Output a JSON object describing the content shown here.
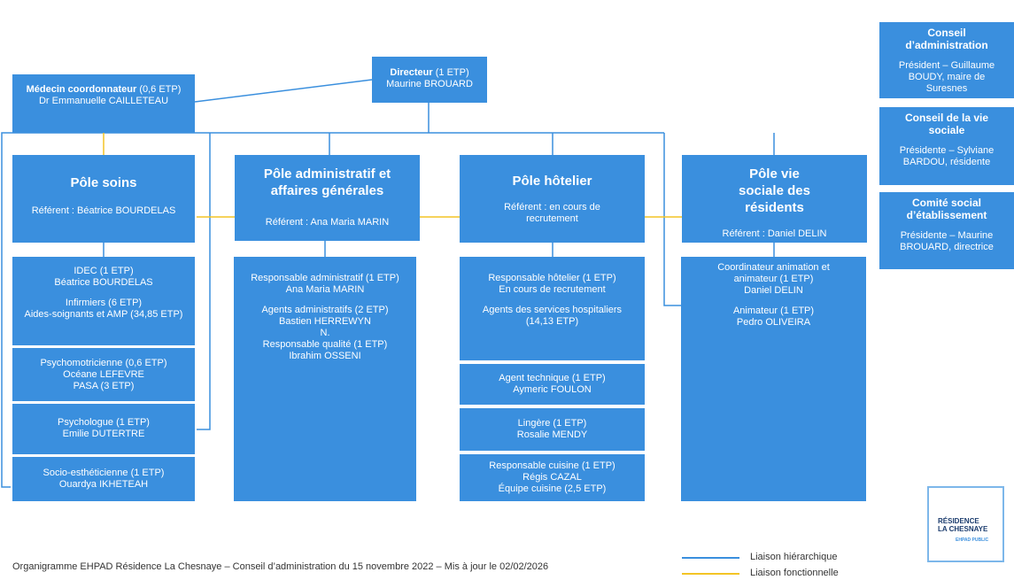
{
  "directeur": {
    "title": "Directeur",
    "etp": " (1 ETP)",
    "name": "Maurine BROUARD"
  },
  "medecin": {
    "title": "Médecin coordonnateur",
    "etp": " (0,6 ETP)",
    "name": "Dr Emmanuelle CAILLETEAU"
  },
  "poles": [
    {
      "title": "Pôle soins",
      "referent": "Référent : Béatrice BOURDELAS"
    },
    {
      "title": "Pôle administratif et affaires générales",
      "referent": "Référent : Ana Maria MARIN"
    },
    {
      "title": "Pôle hôtelier",
      "referent": "Référent : en cours de recrutement"
    },
    {
      "title": "Pôle vie sociale des résidents",
      "referent": "Référent : Daniel DELIN"
    }
  ],
  "soins_units": [
    {
      "lines": [
        "IDEC (1 ETP)",
        "Béatrice BOURDELAS",
        "",
        "Infirmiers (6 ETP)",
        "Aides-soignants et AMP (34,85 ETP)"
      ]
    },
    {
      "lines": [
        "Psychomotricienne (0,6 ETP)",
        "Océane LEFEVRE",
        "PASA (3 ETP)"
      ]
    },
    {
      "lines": [
        "Psychologue (1 ETP)",
        "Emilie DUTERTRE"
      ]
    },
    {
      "lines": [
        "Socio-esthéticienne (1 ETP)",
        "Ouardya IKHETEAH"
      ]
    }
  ],
  "admin_units": [
    {
      "lines": [
        "Responsable administratif (1 ETP)",
        "Ana Maria MARIN",
        "",
        "Agents administratifs (2 ETP)",
        "Bastien HERREWYN",
        "N.",
        "Responsable qualité (1 ETP)",
        "Ibrahim OSSENI"
      ]
    }
  ],
  "hotel_units": [
    {
      "lines": [
        "Responsable hôtelier (1 ETP)",
        "En cours de recrutement",
        "",
        "Agents des services hospitaliers",
        "(14,13 ETP)"
      ]
    },
    {
      "lines": [
        "Agent technique (1 ETP)",
        "Aymeric FOULON"
      ]
    },
    {
      "lines": [
        "Lingère (1 ETP)",
        "Rosalie MENDY"
      ]
    },
    {
      "lines": [
        "Responsable cuisine (1 ETP)",
        "Régis CAZAL",
        "Équipe cuisine (2,5 ETP)"
      ]
    }
  ],
  "social_units": [
    {
      "lines": [
        "Coordinateur animation et animateur (1 ETP)",
        "Daniel DELIN",
        "",
        "Animateur (1 ETP)",
        "Pedro OLIVEIRA"
      ]
    }
  ],
  "councils": [
    {
      "title": "Conseil d’administration",
      "desc": "Président – Guillaume BOUDY, maire de Suresnes"
    },
    {
      "title": "Conseil de la vie sociale",
      "desc": "Présidente – Sylviane BARDOU, résidente"
    },
    {
      "title": "Comité social d’établissement",
      "desc": "Présidente – Maurine BROUARD, directrice"
    }
  ],
  "footer": "Organigramme EHPAD Résidence La Chesnaye – Conseil d’administration du 15 novembre 2022 – Mis à jour le 02/02/2026",
  "legend": {
    "hierarchique": "Liaison hiérarchique",
    "fonctionnelle": "Liaison fonctionnelle"
  },
  "logo": {
    "line1": "RÉSIDENCE",
    "line2": "LA CHESNAYE",
    "line3": "EHPAD PUBLIC"
  },
  "colors": {
    "box": "#3a8fde",
    "hierarchique": "#3a8fde",
    "fonctionnelle": "#f3c425"
  }
}
